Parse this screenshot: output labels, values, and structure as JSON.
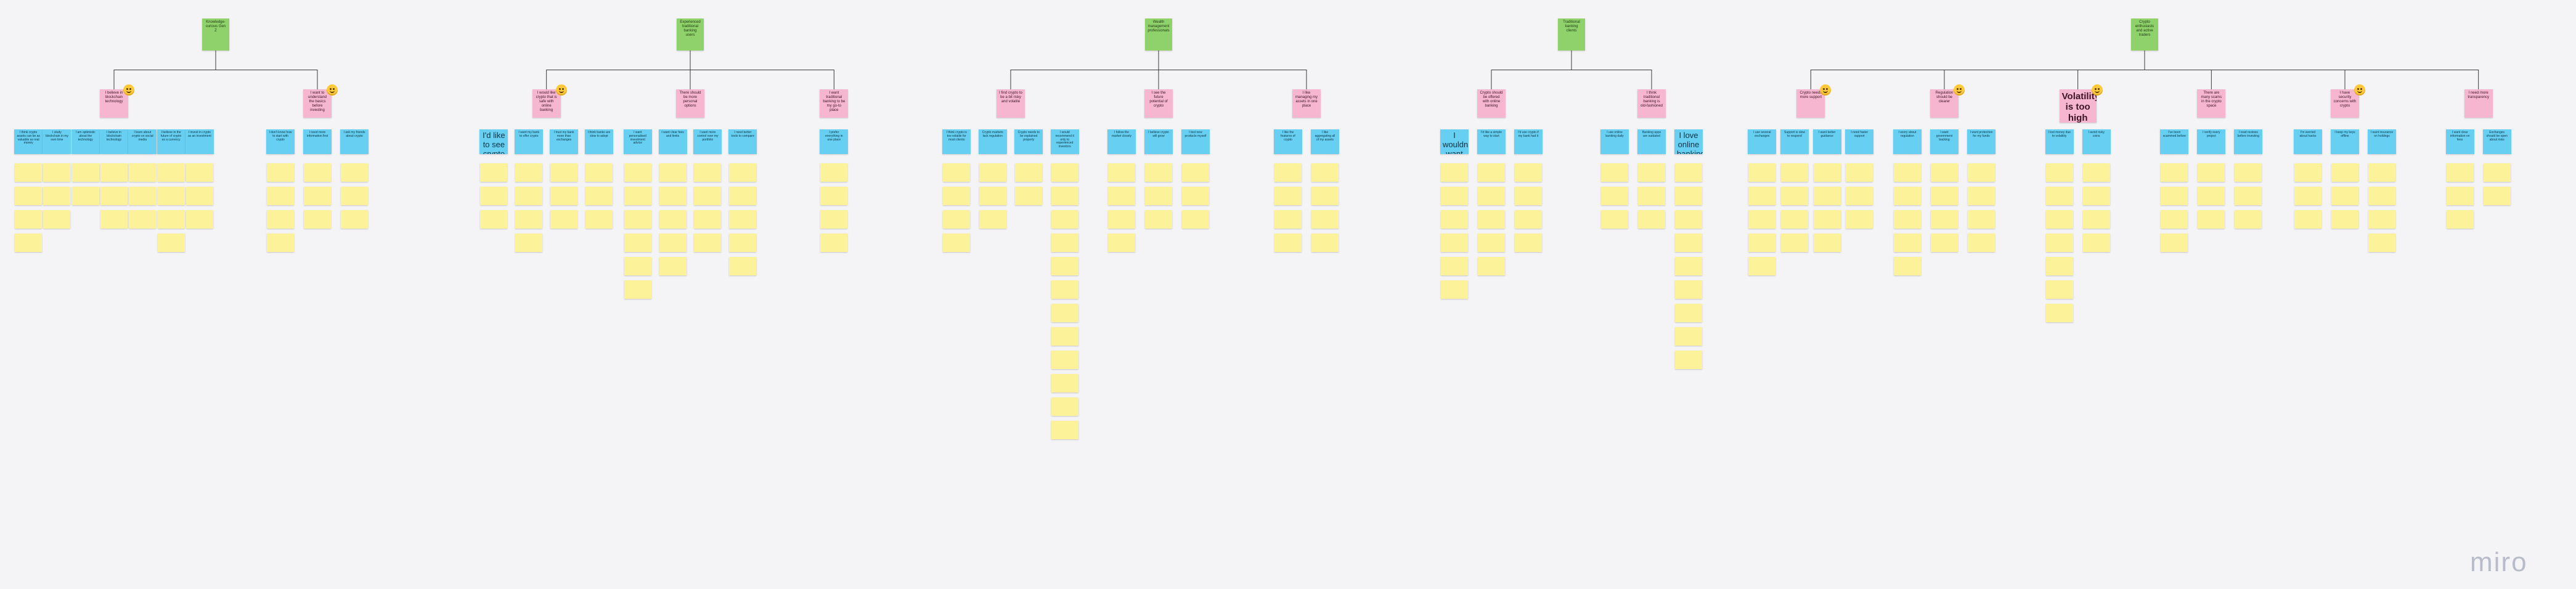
{
  "brand": "miro",
  "colors": {
    "root": "#8fd16a",
    "theme": "#f7b6cf",
    "insight": "#67cff2",
    "note": "#fbf29a",
    "connector": "#3a3a3a"
  },
  "clusters": [
    {
      "root": "Knowledge-curious Gen Z",
      "themes": [
        {
          "label": "I believe in blockchain technology",
          "emoji": true,
          "insights": [
            {
              "label": "I think crypto assets can be as valuable as real money",
              "notes": 4
            },
            {
              "label": "I study blockchain in my own time",
              "notes": 3
            },
            {
              "label": "I am optimistic about the technology",
              "notes": 2
            },
            {
              "label": "I believe in blockchain technology",
              "notes": 3
            },
            {
              "label": "I learn about crypto on social media",
              "notes": 3
            },
            {
              "label": "I believe in the future of crypto as a currency",
              "notes": 4
            },
            {
              "label": "I invest in crypto as an investment",
              "notes": 3
            }
          ]
        },
        {
          "label": "I want to understand the basics before investing",
          "emoji": true,
          "insights": [
            {
              "label": "I don't know how to start with crypto",
              "notes": 4
            },
            {
              "label": "I need more information first",
              "notes": 3
            },
            {
              "label": "I ask my friends about crypto",
              "notes": 3
            }
          ]
        }
      ]
    },
    {
      "root": "Experienced traditional banking users",
      "themes": [
        {
          "label": "I would like crypto that is safe with online banking",
          "emoji": true,
          "insights": [
            {
              "label": "I'd like to see crypto in my online banking",
              "notes": 3,
              "big": true
            },
            {
              "label": "I want my bank to offer crypto",
              "notes": 4
            },
            {
              "label": "I trust my bank more than exchanges",
              "notes": 3
            },
            {
              "label": "I think banks are slow to adopt",
              "notes": 3
            }
          ]
        },
        {
          "label": "There should be more personal options",
          "emoji": false,
          "insights": [
            {
              "label": "I want personalised investment advice",
              "notes": 6
            },
            {
              "label": "I want clear fees and limits",
              "notes": 5
            },
            {
              "label": "I want more control over my portfolio",
              "notes": 4
            },
            {
              "label": "I need better tools to compare",
              "notes": 5
            }
          ]
        },
        {
          "label": "I want traditional banking to be my go-to place",
          "emoji": false,
          "insights": [
            {
              "label": "I prefer everything in one place",
              "notes": 4
            }
          ]
        }
      ]
    },
    {
      "root": "Wealth management professionals",
      "themes": [
        {
          "label": "I find crypto to be a bit risky and volatile",
          "emoji": false,
          "insights": [
            {
              "label": "I think crypto is too volatile for most clients",
              "notes": 4
            },
            {
              "label": "Crypto markets lack regulation",
              "notes": 3
            },
            {
              "label": "Crypto needs to be explained properly",
              "notes": 2
            },
            {
              "label": "I would recommend it only to experienced investors",
              "notes": 12
            }
          ]
        },
        {
          "label": "I see the future potential of crypto",
          "emoji": false,
          "insights": [
            {
              "label": "I follow the market closely",
              "notes": 4
            },
            {
              "label": "I believe crypto will grow",
              "notes": 3
            },
            {
              "label": "I test new products myself",
              "notes": 3
            }
          ]
        },
        {
          "label": "I like managing my assets in one place",
          "emoji": false,
          "insights": [
            {
              "label": "I like the features of crypto",
              "notes": 4
            },
            {
              "label": "I like aggregating all of my assets",
              "notes": 4
            }
          ]
        }
      ]
    },
    {
      "root": "Traditional banking clients",
      "themes": [
        {
          "label": "Crypto should be offered with online banking",
          "emoji": false,
          "insights": [
            {
              "label": "I wouldn't want to use multiple apps for crypto",
              "notes": 6,
              "big": true
            },
            {
              "label": "I'd like a simple way to start",
              "notes": 5
            },
            {
              "label": "I'd use crypto if my bank had it",
              "notes": 4
            }
          ]
        },
        {
          "label": "I think traditional banking is old-fashioned",
          "emoji": false,
          "insights": [
            {
              "label": "I use online banking daily",
              "notes": 3
            },
            {
              "label": "Banking apps are outdated",
              "notes": 3
            },
            {
              "label": "I love online banking",
              "notes": 9,
              "big": true
            }
          ]
        }
      ]
    },
    {
      "root": "Crypto enthusiasts and active traders",
      "themes": [
        {
          "label": "Crypto needs more support",
          "emoji": true,
          "insights": [
            {
              "label": "I use several exchanges",
              "notes": 5
            },
            {
              "label": "Support is slow to respond",
              "notes": 4
            },
            {
              "label": "I want better guidance",
              "notes": 4
            },
            {
              "label": "I need faster support",
              "notes": 3
            }
          ]
        },
        {
          "label": "Regulation should be clearer",
          "emoji": true,
          "insights": [
            {
              "label": "I worry about regulation",
              "notes": 5
            },
            {
              "label": "I want government backing",
              "notes": 4
            },
            {
              "label": "I want protection for my funds",
              "notes": 4
            }
          ]
        },
        {
          "label": "Volatility is too high",
          "emoji": true,
          "big": true,
          "insights": [
            {
              "label": "I lost money due to volatility",
              "notes": 7
            },
            {
              "label": "I avoid risky coins",
              "notes": 4
            }
          ]
        },
        {
          "label": "There are many scams in the crypto space",
          "emoji": false,
          "insights": [
            {
              "label": "I've been scammed before",
              "notes": 4
            },
            {
              "label": "I verify every project",
              "notes": 3
            },
            {
              "label": "I read reviews before investing",
              "notes": 3
            }
          ]
        },
        {
          "label": "I have security concerns with crypto",
          "emoji": true,
          "insights": [
            {
              "label": "I'm worried about hacks",
              "notes": 3
            },
            {
              "label": "I keep my keys offline",
              "notes": 3
            },
            {
              "label": "I want insurance on holdings",
              "notes": 4
            }
          ]
        },
        {
          "label": "I need more transparency",
          "emoji": false,
          "insights": [
            {
              "label": "I want clear information on fees",
              "notes": 3
            },
            {
              "label": "Exchanges should be open about risks",
              "notes": 2
            }
          ]
        }
      ]
    }
  ]
}
